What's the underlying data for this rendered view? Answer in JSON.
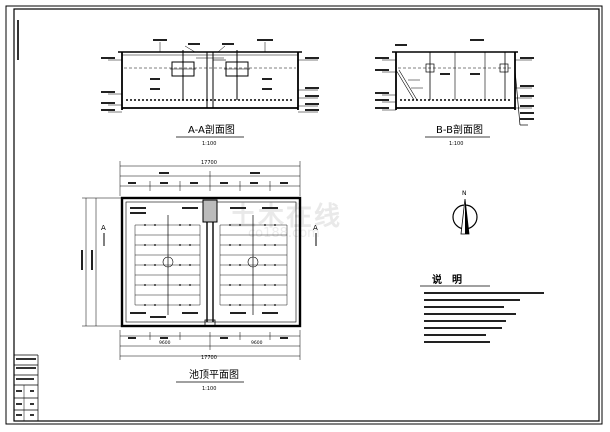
{
  "drawing": {
    "section_aa_title": "A-A剖面图",
    "section_aa_scale": "1:100",
    "section_bb_title": "B-B剖面图",
    "section_bb_scale": "1:100",
    "plan_title": "池顶平面图",
    "plan_scale": "1:100",
    "section_marker_left": "A",
    "section_marker_right": "A",
    "north_label": "N",
    "notes_title": "说　明",
    "plan_width_dim": "17700",
    "bottom_width_dim": "17700",
    "bottom_sub_dims": [
      "9600",
      "9600"
    ]
  },
  "colors": {
    "line": "#000000",
    "paper": "#ffffff"
  }
}
